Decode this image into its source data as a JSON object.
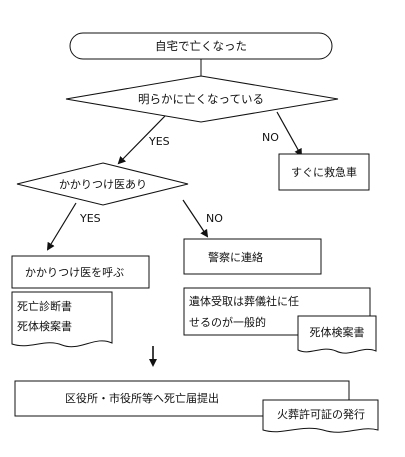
{
  "start": "自宅で亡くなった",
  "decision1": "明らかに亡くなっている",
  "yes": "YES",
  "no": "NO",
  "ambulance": "すぐに救急車",
  "decision2": "かかりつけ医あり",
  "call_doctor": "かかりつけ医を呼ぶ",
  "doc_left": {
    "line1": "死亡診断書",
    "line2": "死体検案書"
  },
  "police": "警察に連絡",
  "body_pickup": {
    "line1": "遺体受取は葬儀社に任",
    "line2": "せるのが一般的"
  },
  "doc_right": "死体検案書",
  "submit": "区役所・市役所等へ死亡届提出",
  "cremation": "火葬許可証の発行"
}
